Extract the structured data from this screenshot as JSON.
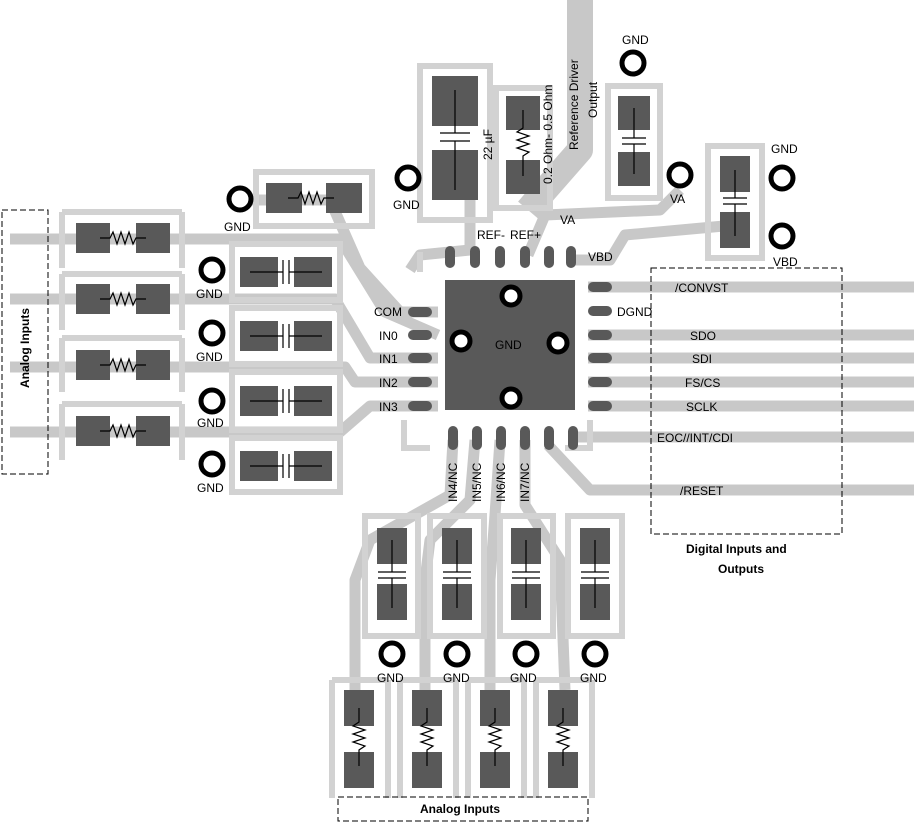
{
  "labels": {
    "gnd": "GND",
    "va": "VA",
    "vbd": "VBD",
    "ref_minus": "REF-",
    "ref_plus": "REF+",
    "com": "COM",
    "in0": "IN0",
    "in1": "IN1",
    "in2": "IN2",
    "in3": "IN3",
    "dgnd": "DGND",
    "convst": "/CONVST",
    "sdo": "SDO",
    "sdi": "SDI",
    "fscs": "FS/CS",
    "sclk": "SCLK",
    "eoc": "EOC//INT/CDI",
    "reset": "/RESET",
    "in4": "IN4/NC",
    "in5": "IN5/NC",
    "in6": "IN6/NC",
    "in7": "IN7/NC",
    "cap_value": "22 µF",
    "res_value": "0.2 Ohm- 0.5 Ohm",
    "ref_driver_line1": "Reference Driver",
    "ref_driver_line2": "Output",
    "analog_inputs_left": "Analog  Inputs",
    "analog_inputs_bottom": "Analog  Inputs",
    "digital_line1": "Digital Inputs and",
    "digital_line2": "Outputs"
  },
  "colors": {
    "trace": "#c8c8c8",
    "outline": "#d2d2d2",
    "pad": "#595959",
    "ic": "#595959"
  }
}
